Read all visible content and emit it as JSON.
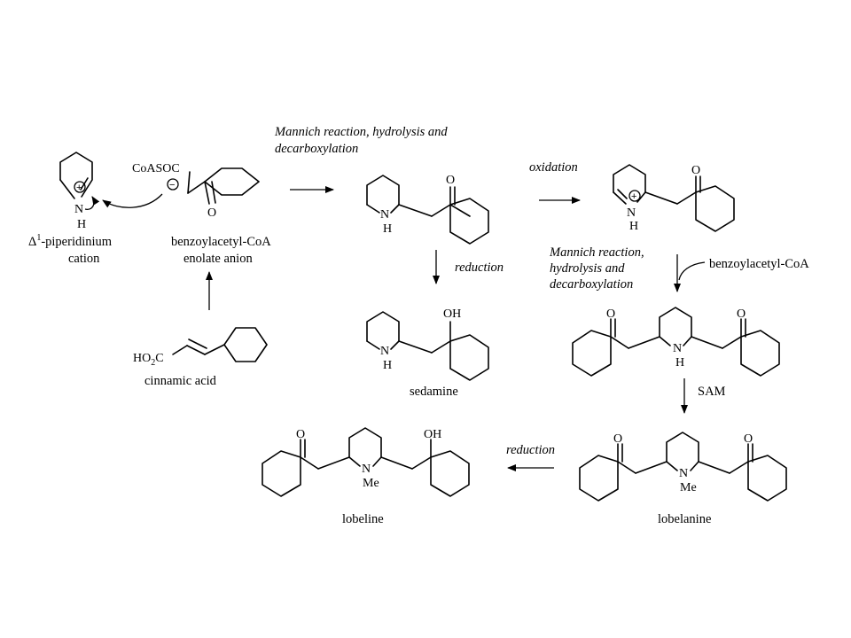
{
  "compounds": {
    "piperidinium": {
      "name": "piperidinium cation",
      "line2": "cation"
    },
    "enolate": {
      "group": "CoASOC",
      "line1": "benzoylacetyl-CoA",
      "line2": "enolate anion"
    },
    "cinnamic": {
      "acid": "HO",
      "acid_sub": "2",
      "acid_c": "C",
      "name": "cinnamic acid"
    },
    "sedamine": {
      "name": "sedamine"
    },
    "lobelanine": {
      "name": "lobelanine"
    },
    "lobeline": {
      "name": "lobeline"
    }
  },
  "delta_label": {
    "delta": "Δ",
    "sup": "1",
    "rest": "-piperidinium"
  },
  "steps": {
    "mannich1_line1": "Mannich reaction, hydrolysis and",
    "mannich1_line2": "decarboxylation",
    "oxidation": "oxidation",
    "reduction1": "reduction",
    "mannich2_line1": "Mannich reaction,",
    "mannich2_line2": "hydrolysis and",
    "mannich2_line3": "decarboxylation",
    "reagent2": "benzoylacetyl-CoA",
    "sam": "SAM",
    "reduction2": "reduction"
  },
  "atoms": {
    "N": "N",
    "H": "H",
    "O": "O",
    "OH": "OH",
    "Me": "Me",
    "plus": "+",
    "minus": "−"
  }
}
